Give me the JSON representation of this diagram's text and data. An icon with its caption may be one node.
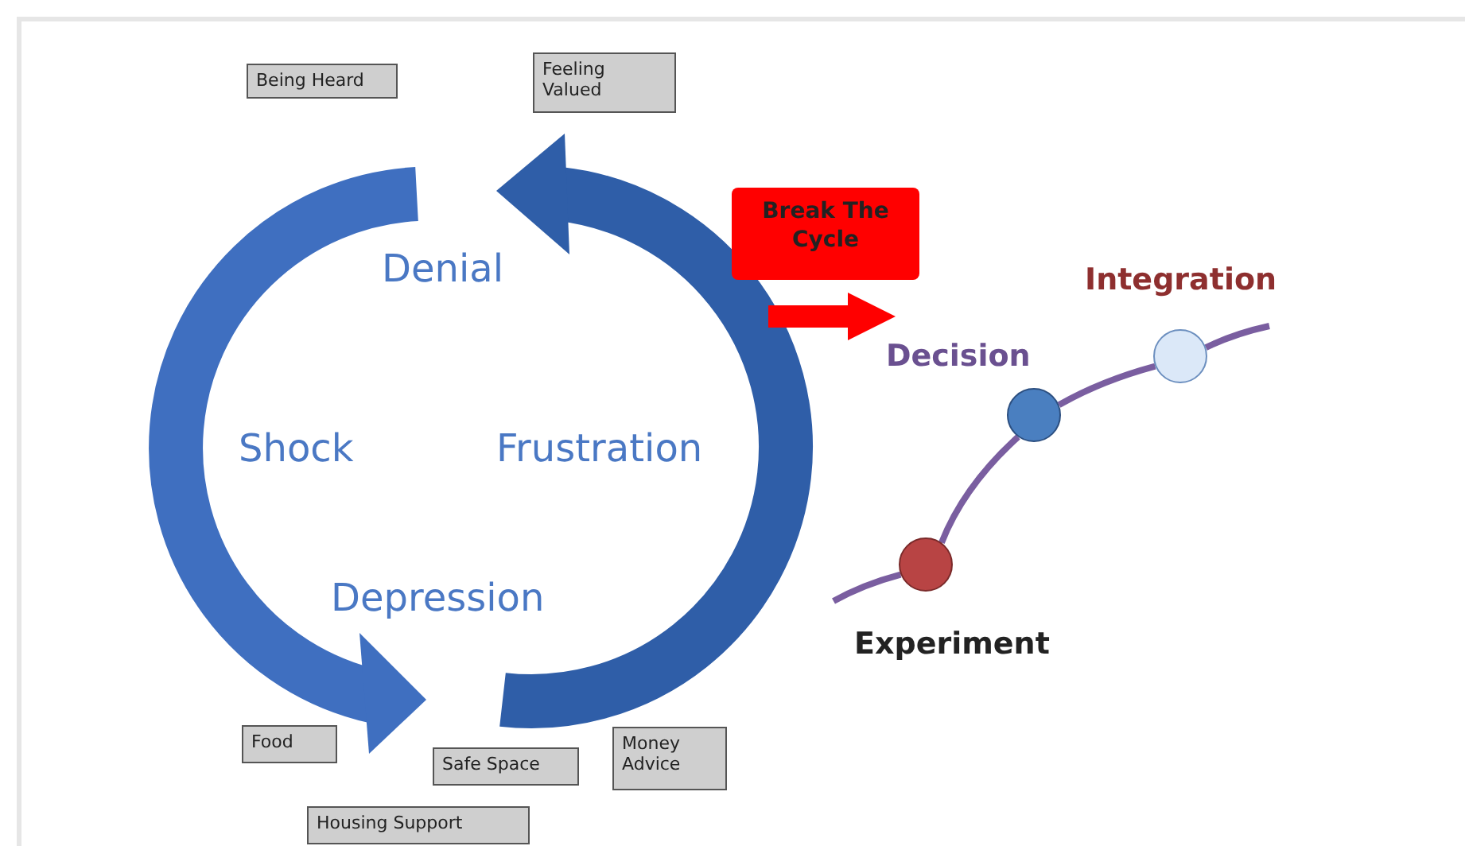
{
  "diagram": {
    "nodes": [
      {
        "text": [
          "Being Heard"
        ]
      },
      {
        "text": [
          "Feeling Valued"
        ]
      },
      {
        "text": [
          "Break The Cycle"
        ]
      },
      {
        "text": [],
        "shape": "circle",
        "beside": [
          "Experiment"
        ]
      },
      {
        "text": [],
        "shape": "circle",
        "beside": [
          "Decision"
        ]
      },
      {
        "text": [],
        "shape": "circle",
        "beside": [
          "Integration"
        ]
      },
      {
        "text": [
          "Food"
        ]
      },
      {
        "text": [
          "Safe Space"
        ]
      },
      {
        "text": [
          "Money Advice"
        ]
      },
      {
        "text": [
          "Housing Support"
        ]
      }
    ],
    "edges": [
      {
        "from": null,
        "to": 3,
        "arrow": "none"
      },
      {
        "from": 3,
        "to": 4,
        "arrow": "none"
      },
      {
        "from": 4,
        "to": 5,
        "arrow": "none"
      },
      {
        "from": 5,
        "to": null,
        "arrow": "none"
      }
    ],
    "labels": [
      "Denial",
      "Shock",
      "Frustration",
      "Depression"
    ]
  }
}
